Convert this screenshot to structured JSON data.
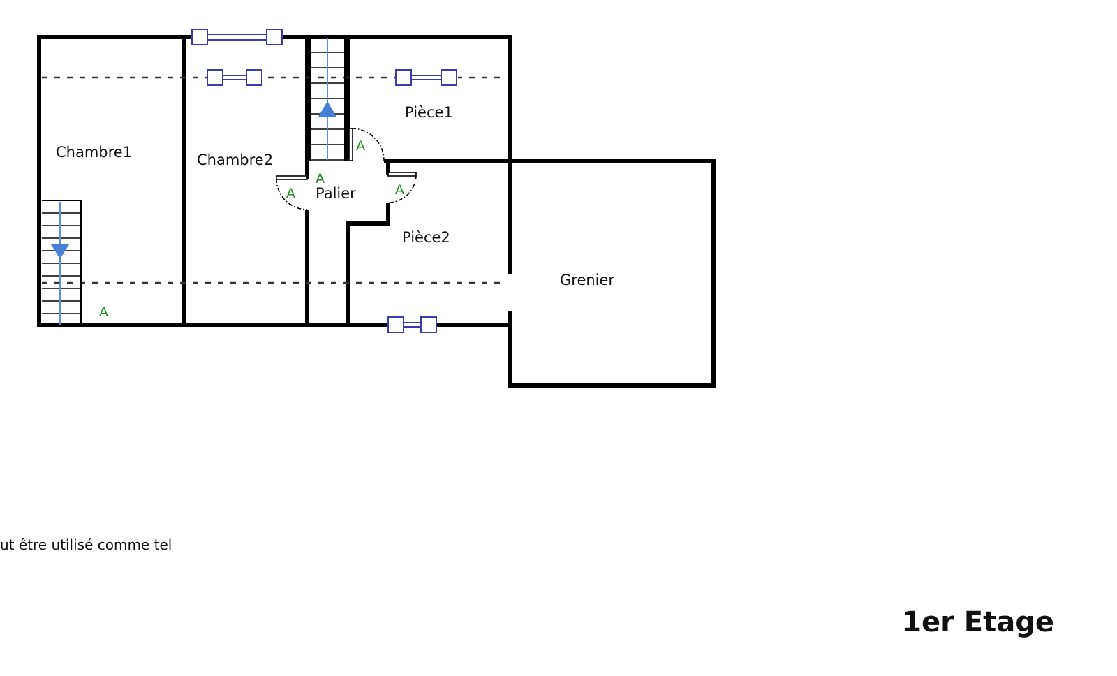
{
  "rooms": {
    "chambre1": "Chambre1",
    "chambre2": "Chambre2",
    "palier": "Palier",
    "piece1": "Pièce1",
    "piece2": "Pièce2",
    "grenier": "Grenier"
  },
  "door_mark": "A",
  "footnote": "ut être utilisé comme tel",
  "floor_title": "1er Etage",
  "colors": {
    "wall": "#000000",
    "window": "#3b3bb0",
    "stair_arrow": "#4a7fd8",
    "door_mark": "#1f8a1f"
  }
}
